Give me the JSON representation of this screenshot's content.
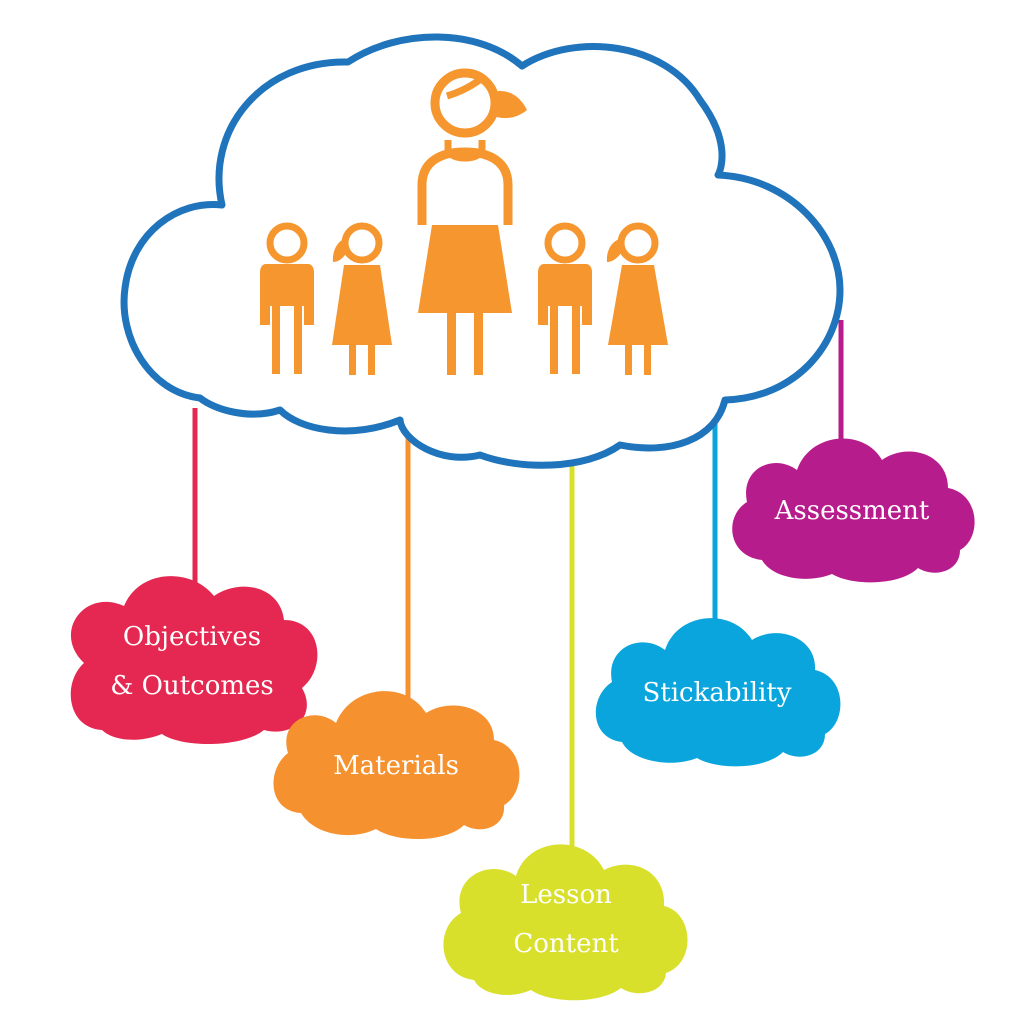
{
  "colors": {
    "main_cloud_stroke": "#1f74bb",
    "people": "#f5962f",
    "objectives": "#e42851",
    "materials": "#f5922f",
    "lesson_content": "#d9e02c",
    "stickability": "#0aa5dc",
    "assessment": "#b71c8c"
  },
  "main_cloud": {
    "icon": "teacher-with-students-icon"
  },
  "nodes": [
    {
      "id": "objectives",
      "lines": [
        "Objectives",
        "& Outcomes"
      ]
    },
    {
      "id": "materials",
      "lines": [
        "Materials"
      ]
    },
    {
      "id": "lesson_content",
      "lines": [
        "Lesson",
        "Content"
      ]
    },
    {
      "id": "stickability",
      "lines": [
        "Stickability"
      ]
    },
    {
      "id": "assessment",
      "lines": [
        "Assessment"
      ]
    }
  ]
}
